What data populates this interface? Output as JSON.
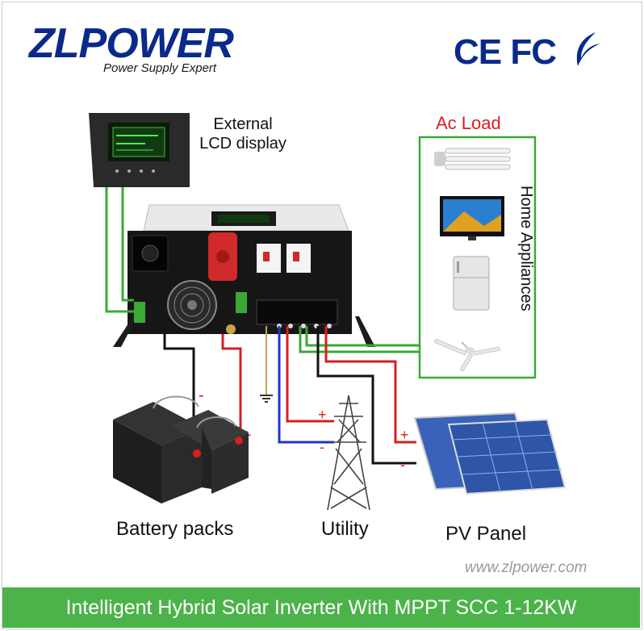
{
  "brand": {
    "logo": "ZLPOWER",
    "tagline": "Power Supply Expert",
    "certifications": "CE FC",
    "website": "www.zlpower.com"
  },
  "labels": {
    "lcd": [
      "External",
      "LCD display"
    ],
    "ac_load": "Ac Load",
    "home_appliances": "Home Appliances",
    "battery": "Battery packs",
    "utility": "Utility",
    "pv": "PV Panel"
  },
  "polarity": {
    "plus": "+",
    "minus": "-"
  },
  "footer": "Intelligent Hybrid Solar Inverter With MPPT SCC 1-12KW",
  "colors": {
    "footer_bg": "#4bb34a",
    "ac_load_text": "#d62020",
    "ac_load_box": "#3aaa35",
    "wire_green": "#3aaa35",
    "wire_red": "#d62020",
    "wire_blue": "#2233cc",
    "wire_black": "#111111",
    "logo_blue": "#0a2a8a"
  }
}
